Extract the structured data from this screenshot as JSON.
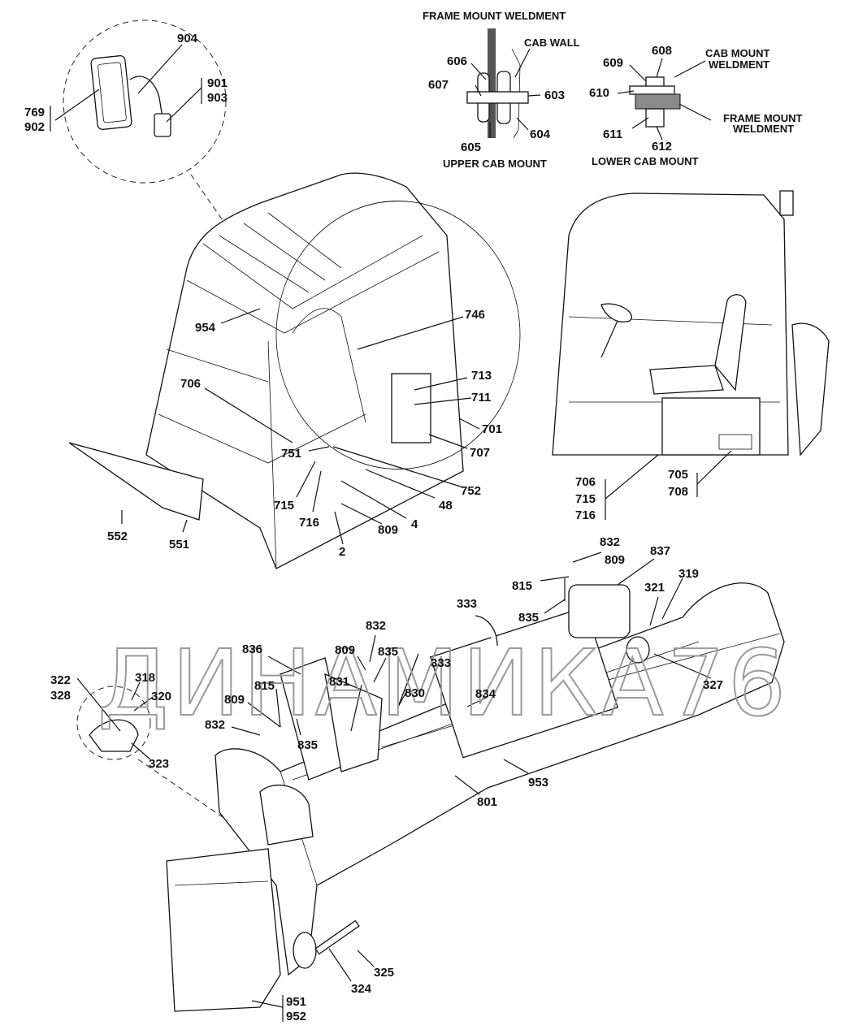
{
  "captions": {
    "frame_mount_weldment": "FRAME MOUNT WELDMENT",
    "cab_wall": "CAB WALL",
    "upper_cab_mount": "UPPER CAB MOUNT",
    "cab_mount_weldment_1": "CAB MOUNT",
    "cab_mount_weldment_2": "WELDMENT",
    "frame_mount_weldment_r1": "FRAME MOUNT",
    "frame_mount_weldment_r2": "WELDMENT",
    "lower_cab_mount": "LOWER CAB MOUNT"
  },
  "watermark": "ДИНАМИКА76",
  "callouts": {
    "c904": "904",
    "c901": "901",
    "c903": "903",
    "c769": "769",
    "c902": "902",
    "c606": "606",
    "c607": "607",
    "c605": "605",
    "c603": "603",
    "c604": "604",
    "c609": "609",
    "c608": "608",
    "c610": "610",
    "c611": "611",
    "c612": "612",
    "c954": "954",
    "c746": "746",
    "c706a": "706",
    "c713": "713",
    "c711": "711",
    "c701": "701",
    "c707": "707",
    "c751": "751",
    "c752": "752",
    "c715a": "715",
    "c716a": "716",
    "c48": "48",
    "c4": "4",
    "c809a": "809",
    "c2": "2",
    "c552": "552",
    "c551": "551",
    "c706b": "706",
    "c715b": "715",
    "c716b": "716",
    "c705": "705",
    "c708": "708",
    "c832a": "832",
    "c809b": "809",
    "c837": "837",
    "c815a": "815",
    "c835a": "835",
    "c321": "321",
    "c319": "319",
    "c333a": "333",
    "c327": "327",
    "c836": "836",
    "c832b": "832",
    "c809c": "809",
    "c835b": "835",
    "c333b": "333",
    "c831": "831",
    "c830": "830",
    "c834": "834",
    "c815b": "815",
    "c809d": "809",
    "c832c": "832",
    "c835c": "835",
    "c322": "322",
    "c328": "328",
    "c318": "318",
    "c320": "320",
    "c323": "323",
    "c953": "953",
    "c801": "801",
    "c325": "325",
    "c324": "324",
    "c951": "951",
    "c952": "952"
  }
}
